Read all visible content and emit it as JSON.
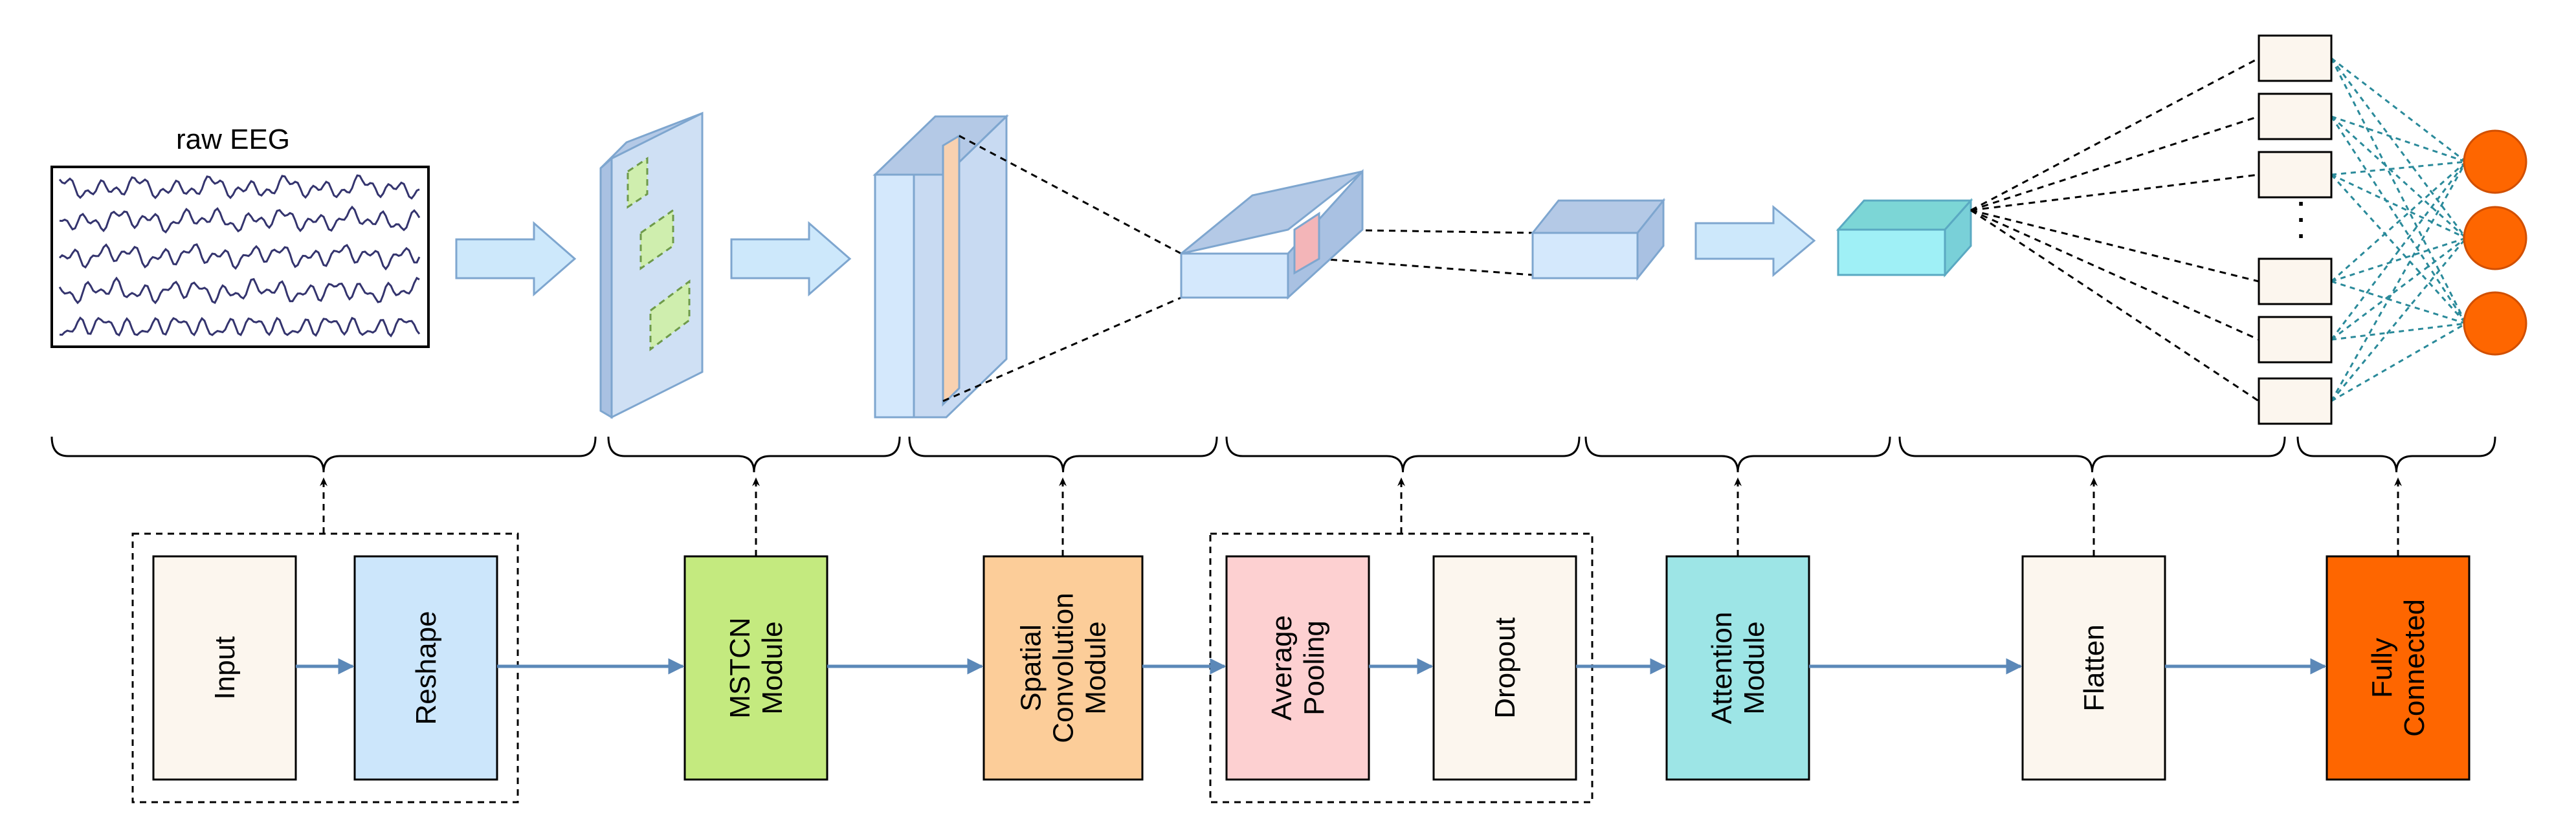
{
  "diagram": {
    "input_label": "raw EEG",
    "ellipsis": ".",
    "modules": [
      {
        "id": "input",
        "lines": [
          "Input"
        ],
        "color": "#fcf6ee"
      },
      {
        "id": "reshape",
        "lines": [
          "Reshape"
        ],
        "color": "#cce6fb"
      },
      {
        "id": "mstcn",
        "lines": [
          "MSTCN",
          "Module"
        ],
        "color": "#c4ea7f"
      },
      {
        "id": "spatial",
        "lines": [
          "Spatial",
          "Convolution",
          "Module"
        ],
        "color": "#fccd99"
      },
      {
        "id": "avgpool",
        "lines": [
          "Average",
          "Pooling"
        ],
        "color": "#fdd0d1"
      },
      {
        "id": "dropout",
        "lines": [
          "Dropout"
        ],
        "color": "#fcf6ee"
      },
      {
        "id": "attention",
        "lines": [
          "Attention",
          "Module"
        ],
        "color": "#9de5e6"
      },
      {
        "id": "flatten",
        "lines": [
          "Flatten"
        ],
        "color": "#fcf6ee"
      },
      {
        "id": "fc",
        "lines": [
          "Fully",
          "Connected"
        ],
        "color": "#fe6600"
      }
    ],
    "colors": {
      "flow_arrow": "#5b88b8",
      "block_arrow_fill": "#cde8fb",
      "block_arrow_stroke": "#7ea6cf",
      "tensor_face": "#d4e4f8",
      "tensor_top": "#b4c9e6",
      "tensor_side": "#a9c1e2",
      "attention_face": "#9ff0f6",
      "attention_top": "#7cd6d6",
      "node_fill": "#fe6600",
      "fc_line": "#2a8a9a",
      "eeg_line": "#34346e"
    }
  }
}
